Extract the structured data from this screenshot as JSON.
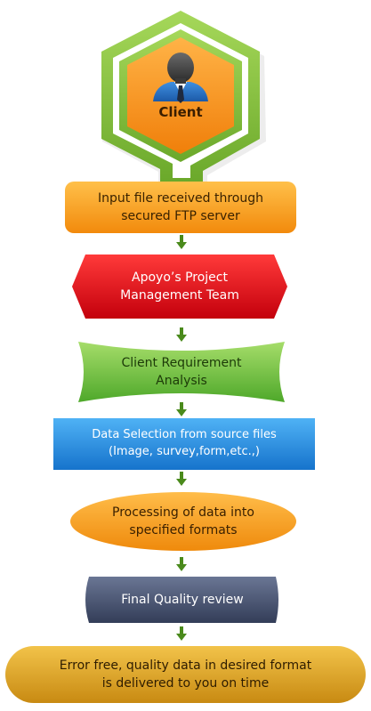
{
  "client": {
    "label": "Client"
  },
  "steps": [
    {
      "line1": "Input file received through",
      "line2": "secured FTP server"
    },
    {
      "line1": "Apoyo’s Project",
      "line2": "Management Team"
    },
    {
      "line1": "Client Requirement",
      "line2": "Analysis"
    },
    {
      "line1": "Data Selection from source files",
      "line2": "(Image, survey,form,etc.,)"
    },
    {
      "line1": "Processing of data into",
      "line2": "specified formats"
    },
    {
      "line1": "Final Quality review"
    },
    {
      "line1": "Error free, quality data in desired format",
      "line2": "is delivered to you on time"
    }
  ],
  "colors": {
    "hexagon_green": "#8cc63f",
    "hexagon_orange": "#f7941d",
    "step1_orange": "#f7a11a",
    "step2_red": "#e2101e",
    "step3_green": "#6fbe44",
    "step4_blue": "#2a8fe0",
    "step5_orange": "#f59a1b",
    "step6_slate": "#4a5675",
    "step7_gold": "#e0a92a",
    "arrow_green": "#4a8a1c"
  }
}
